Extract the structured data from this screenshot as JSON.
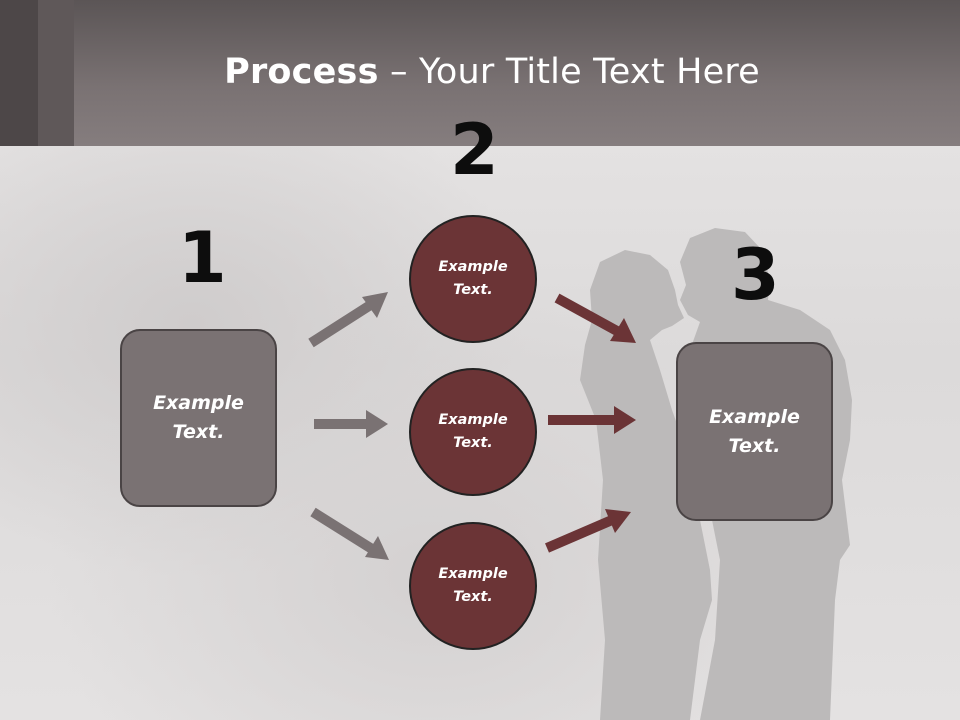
{
  "slide": {
    "title_bold": "Process",
    "title_rest": " – Your Title Text Here",
    "steps": [
      {
        "number": "1"
      },
      {
        "number": "2"
      },
      {
        "number": "3"
      }
    ],
    "left_box": {
      "line1": "Example",
      "line2": "Text."
    },
    "right_box": {
      "line1": "Example",
      "line2": "Text."
    },
    "circles": [
      {
        "line1": "Example",
        "line2": "Text."
      },
      {
        "line1": "Example",
        "line2": "Text."
      },
      {
        "line1": "Example",
        "line2": "Text."
      }
    ]
  },
  "colors": {
    "header": "#7a7273",
    "box_fill": "#7a7273",
    "circle_fill": "#6b3436",
    "arrow_left": "#7a7273",
    "arrow_right": "#6b3436"
  }
}
